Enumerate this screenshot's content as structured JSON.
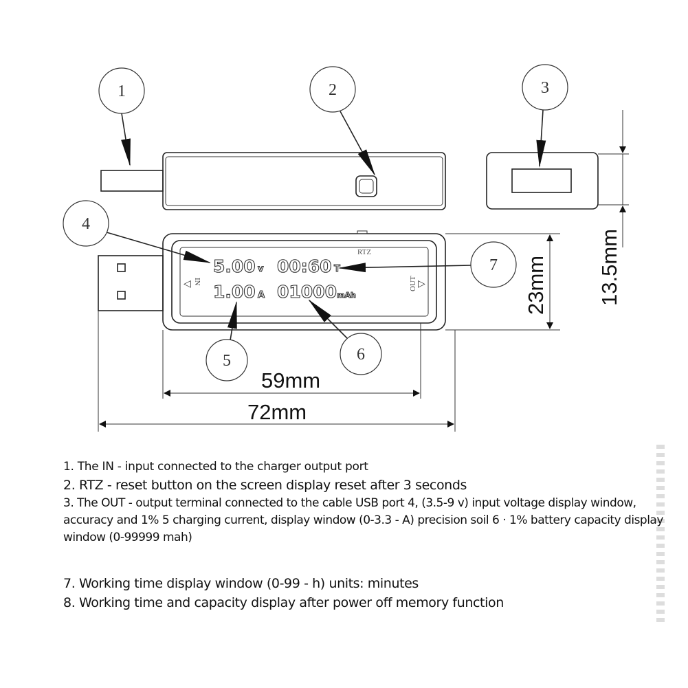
{
  "callouts": [
    "1",
    "2",
    "3",
    "4",
    "5",
    "6",
    "7"
  ],
  "lcd": {
    "voltage": "5.00",
    "voltage_unit": "v",
    "time": "00:60",
    "time_unit": "T",
    "current": "1.00",
    "current_unit": "A",
    "capacity": "01000",
    "capacity_unit": "mAh",
    "in_label": "IN",
    "out_label": "OUT",
    "rtz_label": "RTZ"
  },
  "dimensions": {
    "height_side": "13.5mm",
    "height_front": "23mm",
    "screen_width": "59mm",
    "total_width": "72mm"
  },
  "notes": [
    "1. The IN - input connected to the charger output port",
    "2. RTZ - reset button on the screen display reset after 3 seconds",
    "3. The OUT - output terminal connected to the cable USB port 4, (3.5-9 v) input voltage display window, accuracy and 1% 5 charging current, display window (0-3.3 - A) precision soil 6 · 1% battery capacity display window (0-99999 mah)",
    "7. Working time display window (0-99 - h) units: minutes",
    "8. Working time and capacity display after power off memory function"
  ]
}
